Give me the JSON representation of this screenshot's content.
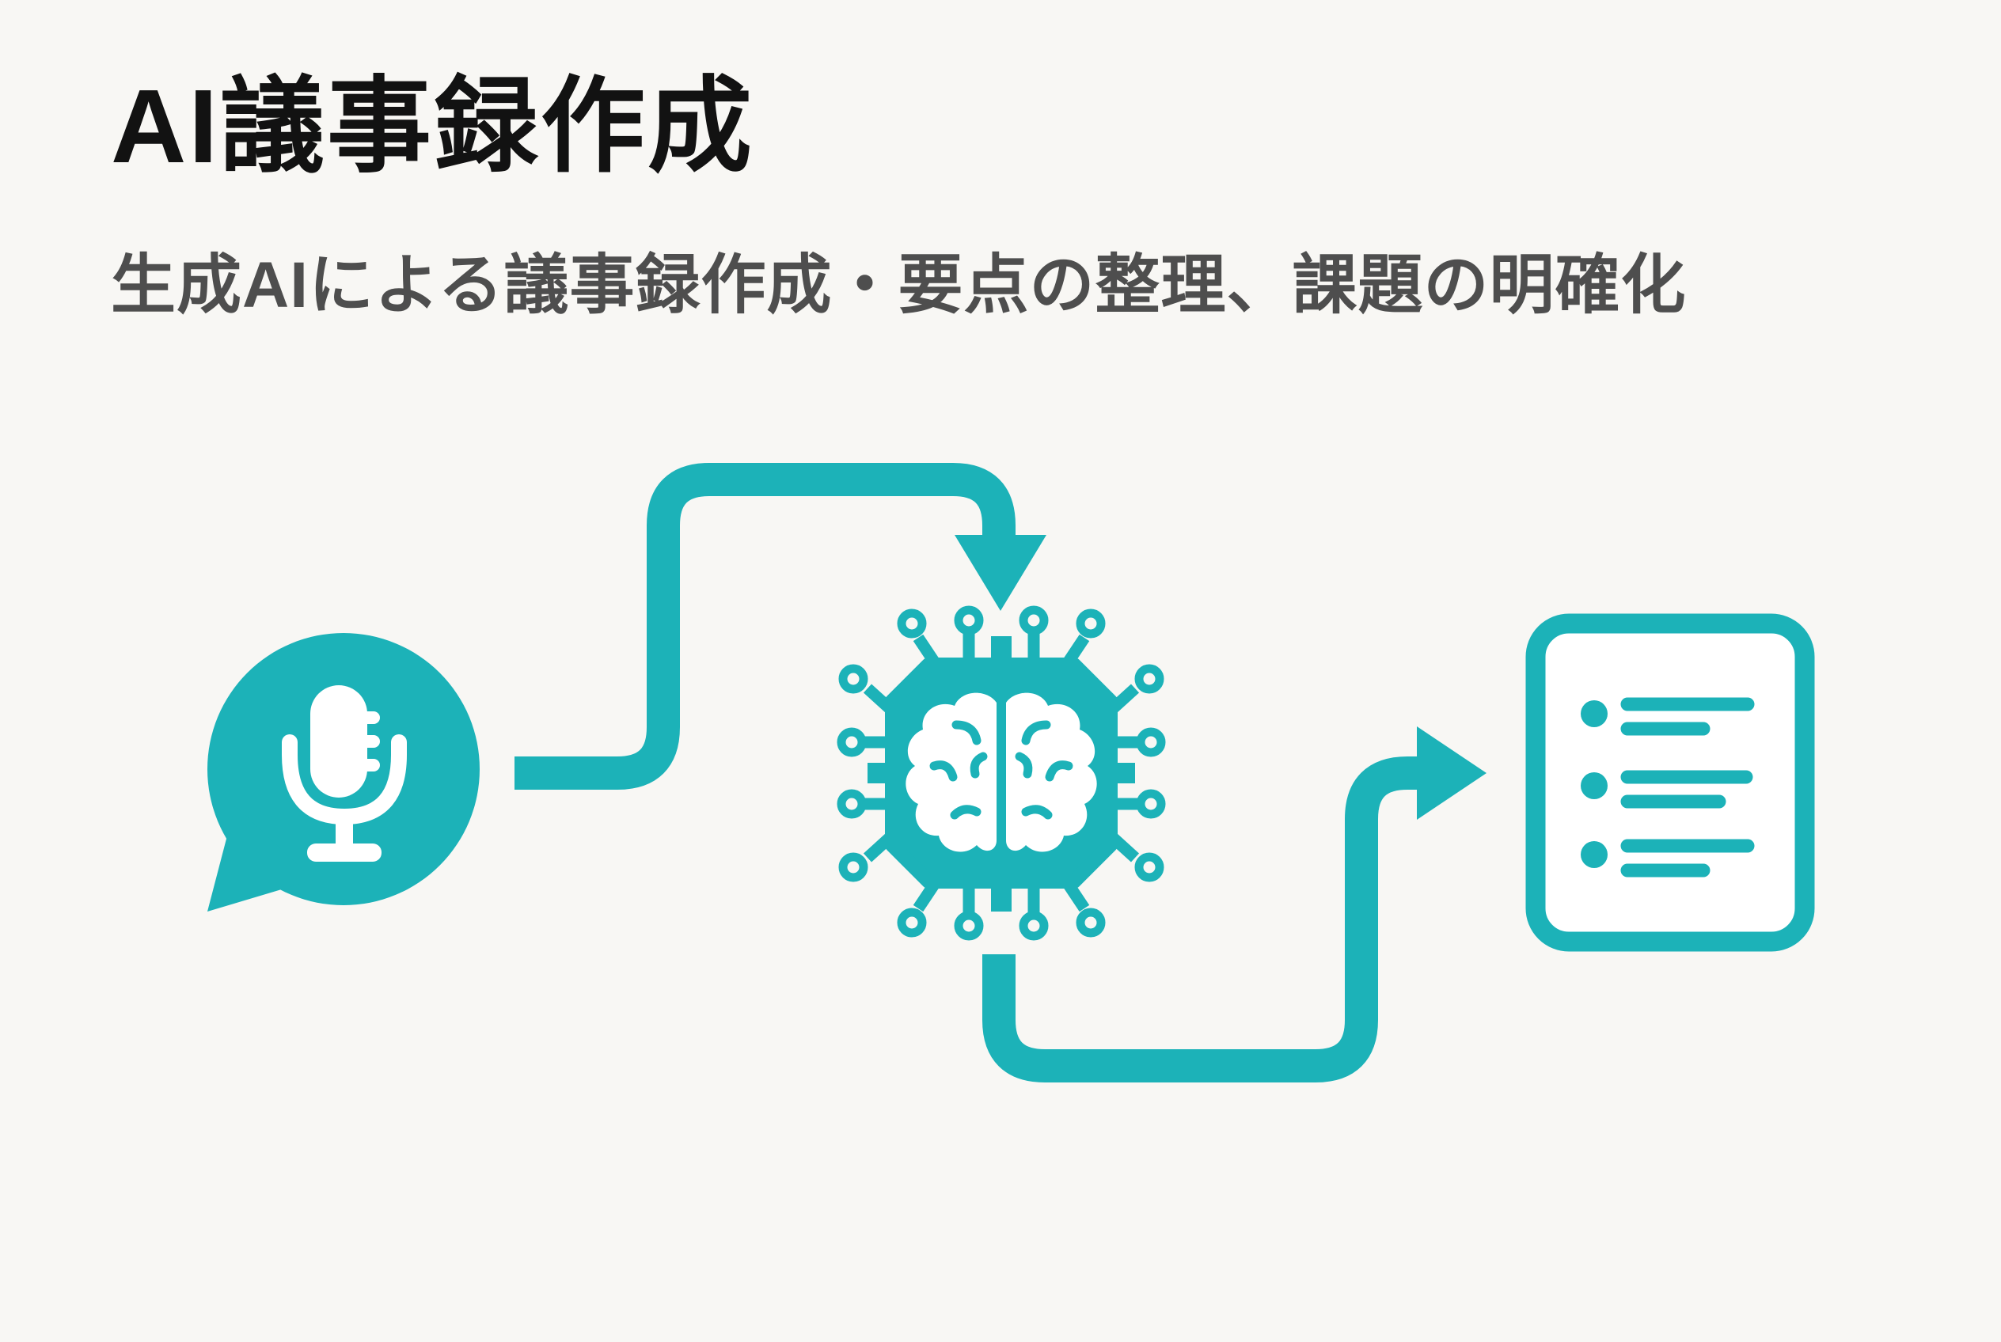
{
  "page": {
    "title": "AI議事録作成",
    "subtitle": "生成AIによる議事録作成・要点の整理、課題の明確化"
  },
  "colors": {
    "accent": "#1cb2b8",
    "background": "#f8f7f4",
    "title_text": "#121212",
    "subtitle_text": "#4e4e4e",
    "icon_foreground": "#ffffff"
  },
  "diagram": {
    "steps": [
      {
        "icon": "speech-bubble-microphone-icon"
      },
      {
        "icon": "ai-chip-brain-icon"
      },
      {
        "icon": "document-list-icon"
      }
    ],
    "connectors": [
      {
        "icon": "elbow-arrow-down-icon",
        "from": "speech-bubble-microphone-icon",
        "to": "ai-chip-brain-icon"
      },
      {
        "icon": "elbow-arrow-right-icon",
        "from": "ai-chip-brain-icon",
        "to": "document-list-icon"
      }
    ],
    "document_bullet_count": 3
  }
}
